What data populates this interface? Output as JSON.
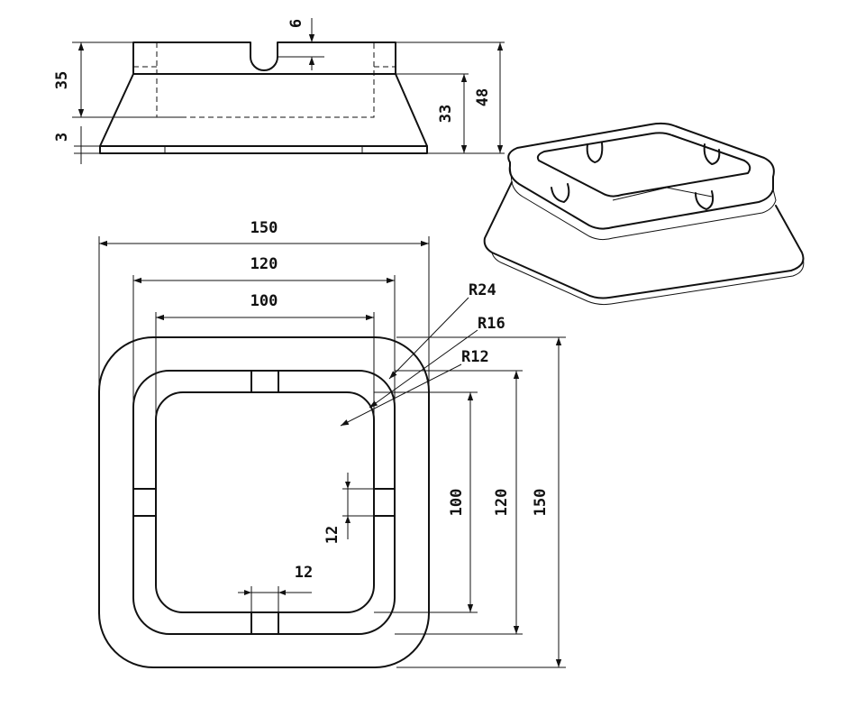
{
  "front_view": {
    "dims": {
      "slot_depth": "6",
      "total_left": "35",
      "base": "3",
      "body_height": "33",
      "total_height": "48"
    }
  },
  "top_view": {
    "dims": {
      "outer_width": "150",
      "mid_width": "120",
      "inner_width": "100",
      "radius_outer": "R24",
      "radius_mid": "R16",
      "radius_inner": "R12",
      "inner_height": "100",
      "mid_height": "120",
      "outer_height": "150",
      "slot_width_vertical": "12",
      "slot_width_horizontal": "12"
    }
  }
}
